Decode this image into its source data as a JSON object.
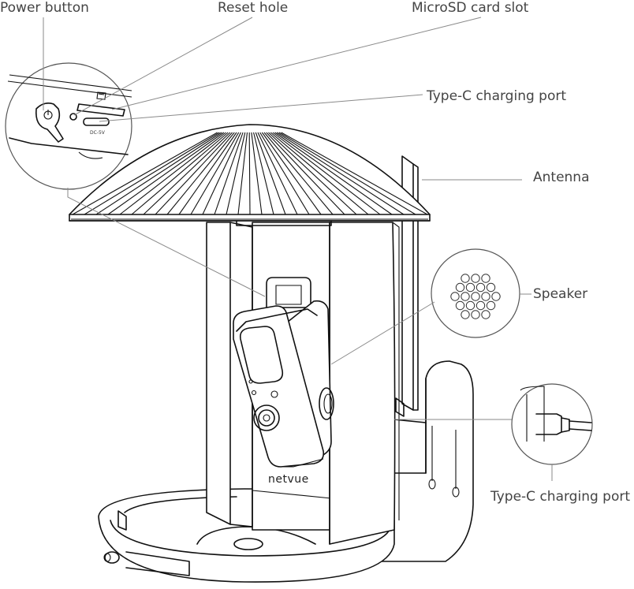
{
  "labels": {
    "power_button": "Power button",
    "reset_hole": "Reset hole",
    "microsd_slot": "MicroSD card slot",
    "typec_port_top": "Type-C charging port",
    "antenna": "Antenna",
    "speaker": "Speaker",
    "typec_port_bottom": "Type-C charging port"
  },
  "device": {
    "brand": "netvue",
    "port_marking": "DC-5V"
  },
  "colors": {
    "line": "#111111",
    "leader": "#8a8a8a",
    "label_text": "#444444"
  }
}
